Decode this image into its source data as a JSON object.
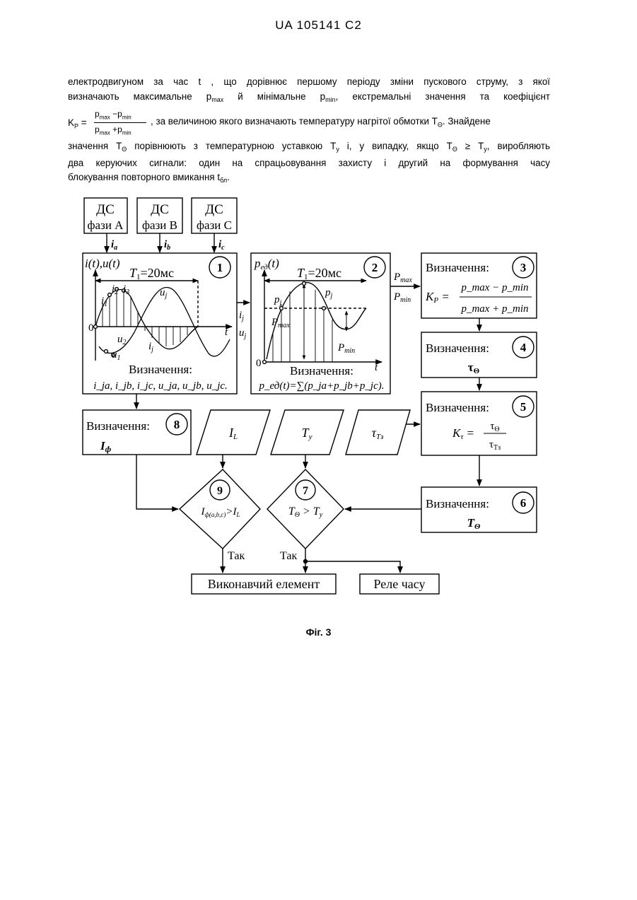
{
  "header": "UA   105141   C2",
  "text": {
    "line1": "електродвигуном за час  t , що дорівнює першому періоду зміни пускового струму, з якої",
    "line2_a": "визначають максимальне ",
    "p_sym": "p",
    "max": "max",
    "min": "min",
    "line2_b": " й мінімальне ",
    "line2_c": ", екстремальні значення та коефіцієнт",
    "kp_k": "K",
    "kp_p": "P",
    "eq": "=",
    "minus": "−",
    "plus": "+",
    "line3_tail": ", за величиною якого визначають температуру нагрітої обмотки  T",
    "theta": "Θ",
    "line3_end": ". Знайдене",
    "line4_a": "значення T",
    "line4_b": " порівнюють з температурною уставкою T",
    "y_sub": "у",
    "line4_c": " і, у випадку, якщо  T",
    "ge": " ≥ T",
    "line4_d": ", виробляють",
    "line5": "два керуючих сигнали: один на спрацьовування захисту і другий на формування часу",
    "line6_a": "блокування повторного вмикання  t",
    "bl_sub": "бл",
    "line6_b": "."
  },
  "diagram": {
    "sensors": [
      {
        "l1": "ДС",
        "l2": "фази A",
        "input": "i",
        "sub": "a"
      },
      {
        "l1": "ДС",
        "l2": "фази B",
        "input": "i",
        "sub": "b"
      },
      {
        "l1": "ДС",
        "l2": "фази C",
        "input": "i",
        "sub": "c"
      }
    ],
    "block1": {
      "num": "1",
      "axis_y": "i(t),u(t)",
      "period": "T",
      "period_sub": "1",
      "period_val": "=20мс",
      "zero": "0",
      "t": "t",
      "i1": "i",
      "i1s": "1",
      "i2": "i",
      "i2s": "2",
      "i3": "i",
      "i3s": "3",
      "uj": "u",
      "ujs": "j",
      "u2": "u",
      "u2s": "2",
      "u1": "u",
      "u1s": "1",
      "ij": "i",
      "ijs": "j",
      "caption": "Визначення:",
      "formula": "i_ja, i_jb, i_jc, u_ja, u_jb, u_jc."
    },
    "mid_labels": {
      "i": "i",
      "is": "j",
      "u": "u",
      "us": "j"
    },
    "block2": {
      "num": "2",
      "axis_y": "p",
      "axis_y_sub": "ед",
      "axis_y_tail": "(t)",
      "period": "T",
      "period_sub": "1",
      "period_val": "=20мс",
      "zero": "0",
      "t": "t",
      "pj": "p",
      "pjs": "j",
      "pmax": "P",
      "pmax_s": "max",
      "pmin": "P",
      "pmin_s": "min",
      "caption": "Визначення:",
      "formula": "p_ед(t)=∑(p_ja+p_jb+p_jc)."
    },
    "out_labels": {
      "pmax": "P",
      "pmax_s": "max",
      "pmin": "P",
      "pmin_s": "min"
    },
    "block3": {
      "num": "3",
      "label": "Визначення:",
      "k": "K",
      "ks": "P",
      "eq": "=",
      "num_expr": "p_max − p_min",
      "den_expr": "p_max + p_min"
    },
    "block4": {
      "num": "4",
      "label": "Визначення:",
      "value": "τ",
      "value_s": "Θ"
    },
    "block5": {
      "num": "5",
      "label": "Визначення:",
      "k": "K",
      "ks": "τ",
      "eq": "=",
      "numr": "τ",
      "numr_s": "Θ",
      "denr": "τ",
      "denr_s": "Tз"
    },
    "block6": {
      "num": "6",
      "label": "Визначення:",
      "value": "T",
      "value_s": "Θ"
    },
    "block8": {
      "num": "8",
      "label": "Визначення:",
      "value": "I",
      "value_s": "ф"
    },
    "inputs": [
      {
        "sym": "I",
        "sub": "L"
      },
      {
        "sym": "T",
        "sub": "у"
      },
      {
        "sym": "τ",
        "sub": "Tз"
      }
    ],
    "block9": {
      "num": "9",
      "lhs": "I",
      "lhs_s": "ф(a,b,c)",
      "op": ">",
      "rhs": "I",
      "rhs_s": "L"
    },
    "block7": {
      "num": "7",
      "lhs": "T",
      "lhs_s": "Θ",
      "op": ">",
      "rhs": "T",
      "rhs_s": "у"
    },
    "yes1": "Так",
    "yes2": "Так",
    "actuator": "Виконавчий елемент",
    "relay": "Реле часу"
  },
  "caption": "Фіг. 3"
}
